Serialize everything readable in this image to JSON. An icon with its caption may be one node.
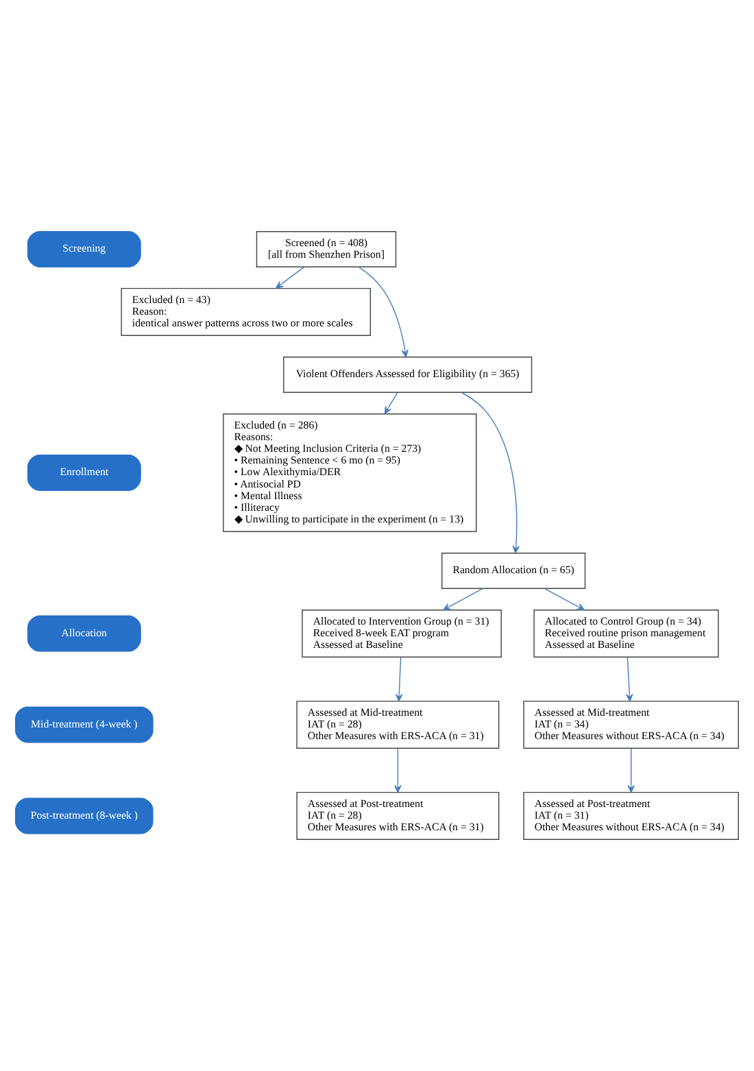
{
  "diagram": {
    "nodes": [
      {
        "text": [
          "Screening"
        ]
      },
      {
        "text": [
          "Screened (n = 408)",
          "[all from Shenzhen Prison]"
        ]
      },
      {
        "text": [
          "Excluded (n = 43)",
          "Reason:",
          "identical answer patterns across two or more scales"
        ]
      },
      {
        "text": [
          "Violent Offenders Assessed for Eligibility (n = 365)"
        ]
      },
      {
        "text": [
          "Enrollment"
        ]
      },
      {
        "text": [
          "Excluded (n = 286)",
          "Reasons:",
          "◆ Not Meeting Inclusion Criteria (n = 273)",
          "• Remaining Sentence < 6 mo (n = 95)",
          "• Low Alexithymia/DER",
          "• Antisocial PD",
          "• Mental Illness",
          "• Illiteracy",
          "◆ Unwilling to participate in the experiment (n = 13)"
        ]
      },
      {
        "text": [
          "Random Allocation (n = 65)"
        ]
      },
      {
        "text": [
          "Allocated to Intervention Group (n = 31)",
          "Received 8-week EAT program",
          "Assessed at Baseline"
        ]
      },
      {
        "text": [
          "Allocation"
        ]
      },
      {
        "text": [
          "Allocated to Control Group (n = 34)",
          "Received routine prison management",
          "Assessed at Baseline"
        ]
      },
      {
        "text": [
          "Mid-treatment (4-week )"
        ]
      },
      {
        "text": [
          "Assessed at Mid-treatment",
          "IAT (n = 28)",
          "Other Measures with ERS-ACA (n = 31)"
        ]
      },
      {
        "text": [
          "Assessed at Mid-treatment",
          "IAT (n = 34)",
          "Other Measures without ERS-ACA (n = 34)"
        ]
      },
      {
        "text": [
          "Post-treatment (8-week )"
        ]
      },
      {
        "text": [
          "Assessed at Post-treatment",
          "IAT (n = 28)",
          "Other Measures with ERS-ACA (n = 31)"
        ]
      },
      {
        "text": [
          "Assessed at Post-treatment",
          "IAT (n = 31)",
          "Other Measures without ERS-ACA (n = 34)"
        ]
      }
    ],
    "edges": [
      {
        "from": 1,
        "to": 2,
        "arrow": "to"
      },
      {
        "from": 1,
        "to": 3,
        "arrow": "to"
      },
      {
        "from": 3,
        "to": 5,
        "arrow": "to"
      },
      {
        "from": 3,
        "to": 6,
        "arrow": "to"
      },
      {
        "from": 6,
        "to": 7,
        "arrow": "to"
      },
      {
        "from": 6,
        "to": 9,
        "arrow": "to"
      },
      {
        "from": 7,
        "to": 11,
        "arrow": "to"
      },
      {
        "from": 9,
        "to": 12,
        "arrow": "to"
      },
      {
        "from": 11,
        "to": 14,
        "arrow": "to"
      },
      {
        "from": 12,
        "to": 15,
        "arrow": "to"
      }
    ]
  }
}
